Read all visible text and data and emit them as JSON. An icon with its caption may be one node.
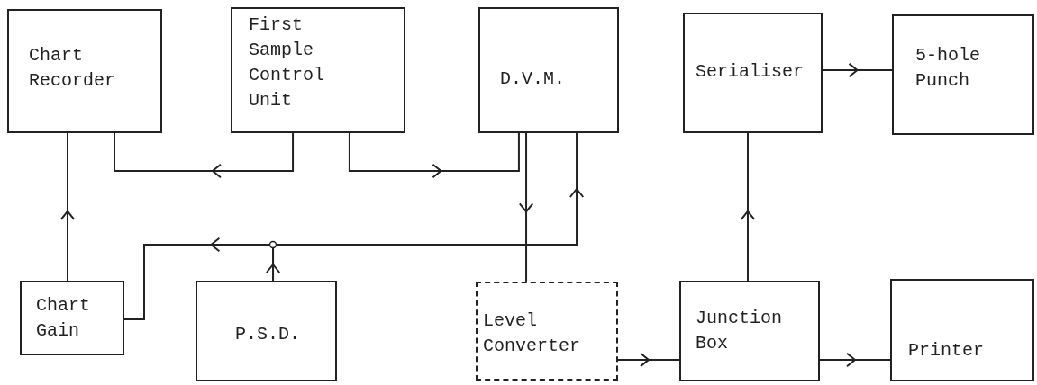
{
  "diagram": {
    "nodes": [
      {
        "text": [
          "Chart Recorder"
        ]
      },
      {
        "text": [
          "First Sample Control Unit"
        ]
      },
      {
        "text": [
          "D.V.M."
        ]
      },
      {
        "text": [
          "Serialiser"
        ]
      },
      {
        "text": [
          "5-hole Punch"
        ]
      },
      {
        "text": [
          "Chart Gain"
        ]
      },
      {
        "text": [
          "P.S.D."
        ]
      },
      {
        "text": [
          "Level Converter"
        ]
      },
      {
        "text": [
          "Junction Box"
        ]
      },
      {
        "text": [
          "Printer"
        ]
      }
    ],
    "edges": [
      {
        "from": 1,
        "to": 0,
        "arrow": "to"
      },
      {
        "from": 1,
        "to": 2,
        "arrow": "to"
      },
      {
        "from": 2,
        "to": 7,
        "arrow": "to"
      },
      {
        "from": 6,
        "to": 2,
        "arrow": "to"
      },
      {
        "from": 6,
        "to": 5,
        "arrow": "to"
      },
      {
        "from": 5,
        "to": 0,
        "arrow": "to"
      },
      {
        "from": 7,
        "to": 8,
        "arrow": "to"
      },
      {
        "from": 8,
        "to": 3,
        "arrow": "to"
      },
      {
        "from": 3,
        "to": 4,
        "arrow": "to"
      },
      {
        "from": 8,
        "to": 9,
        "arrow": "to"
      }
    ]
  }
}
